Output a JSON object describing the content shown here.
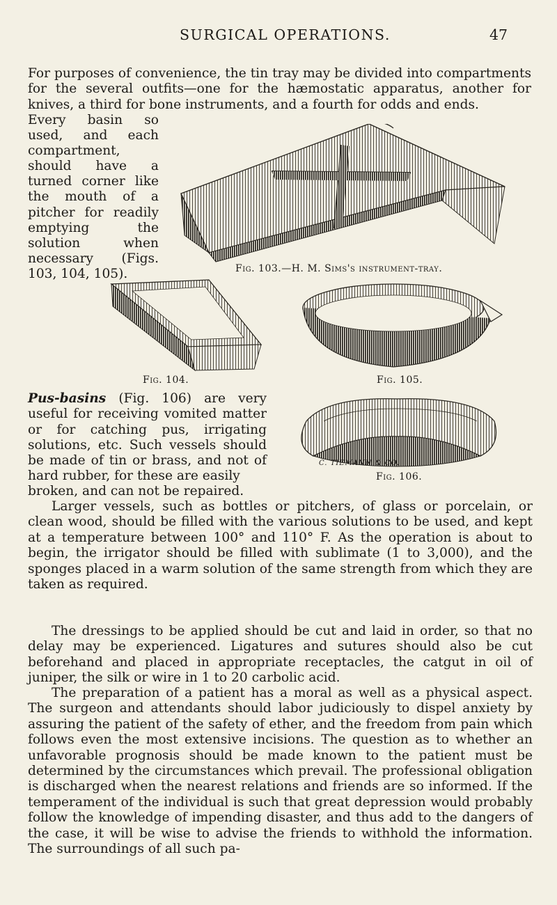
{
  "header": {
    "running_title": "SURGICAL OPERATIONS.",
    "page_number": "47"
  },
  "paragraphs": {
    "p1_head": "For purposes of convenience, the tin tray may be divided into compartments for the several outfits—one for the hæmostatic apparatus, another for knives, a third for bone instruments, and a fourth for odds and ends.",
    "p1_tail": "Every basin so used, and each compartment, should have a turned corner like the mouth of a pitcher for readily emptying the solution when necessary (Figs. 103, 104, 105).",
    "p2_term": "Pus-basins",
    "p2_body": " (Fig. 106) are very useful for receiving vomited matter or for catching pus, irrigating solutions, etc. Such vessels should be made of tin or brass, and not of hard rubber, for these are easily",
    "p2_tail": "broken, and can not be repaired.",
    "p3": "Larger vessels, such as bottles or pitchers, of glass or porcelain, or clean wood, should be filled with the various solutions to be used, and kept at a temperature between 100° and 110° F. As the operation is about to begin, the irrigator should be filled with sublimate (1 to 3,000), and the sponges placed in a warm solution of the same strength from which they are taken as required.",
    "p4": "The dressings to be applied should be cut and laid in order, so that no delay may be experienced. Ligatures and sutures should also be cut beforehand and placed in appropriate receptacles, the catgut in oil of juniper, the silk or wire in 1 to 20 carbolic acid.",
    "p5": "The preparation of a patient has a moral as well as a physical aspect. The surgeon and attendants should labor judiciously to dispel anxiety by assuring the patient of the safety of ether, and the freedom from pain which follows even the most extensive incisions. The question as to whether an unfavorable prognosis should be made known to the patient must be determined by the circumstances which prevail. The professional obligation is discharged when the nearest relations and friends are so informed. If the temperament of the individual is such that great depression would probably follow the knowledge of impending disaster, and thus add to the dangers of the case, it will be wise to advise the friends to withhold the information. The surroundings of all such pa-"
  },
  "figures": {
    "fig103_caption": "Fig. 103.—H. M. Sims's instrument-tray.",
    "fig104_caption": "Fig. 104.",
    "fig105_caption": "Fig. 105.",
    "fig106_caption": "Fig. 106.",
    "engraver_signature": "C. TIEMANN & CO."
  }
}
